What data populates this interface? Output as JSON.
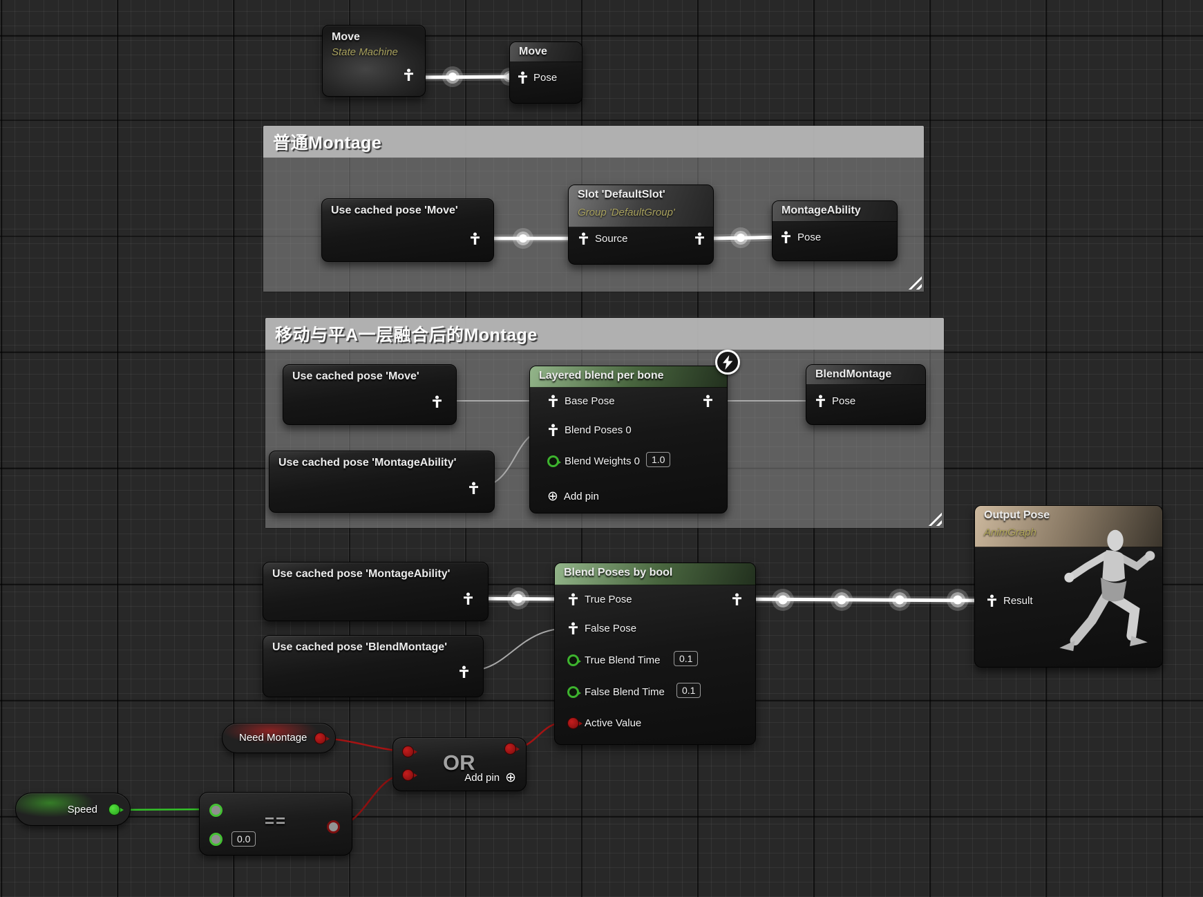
{
  "comments": [
    {
      "title": "普通Montage"
    },
    {
      "title": "移动与平A一层融合后的Montage"
    }
  ],
  "nodes": {
    "move_state_machine": {
      "title": "Move",
      "subtitle": "State Machine"
    },
    "save_cached_move": {
      "title": "Move",
      "pins": {
        "pose": "Pose"
      }
    },
    "use_cached_move_1": {
      "title": "Use cached pose 'Move'"
    },
    "slot_default": {
      "title": "Slot 'DefaultSlot'",
      "subtitle": "Group 'DefaultGroup'",
      "pins": {
        "source": "Source"
      }
    },
    "montage_ability": {
      "title": "MontageAbility",
      "pins": {
        "pose": "Pose"
      }
    },
    "use_cached_move_2": {
      "title": "Use cached pose 'Move'"
    },
    "layered_blend": {
      "title": "Layered blend per bone",
      "pins": {
        "base_pose": "Base Pose",
        "blend_poses_0": "Blend Poses 0",
        "blend_weights_0": "Blend Weights 0",
        "add_pin": "Add pin"
      },
      "values": {
        "blend_weights_0": "1.0"
      }
    },
    "use_cached_montageability_1": {
      "title": "Use cached pose 'MontageAbility'"
    },
    "blend_montage": {
      "title": "BlendMontage",
      "pins": {
        "pose": "Pose"
      }
    },
    "use_cached_montageability_2": {
      "title": "Use cached pose 'MontageAbility'"
    },
    "use_cached_blendmontage": {
      "title": "Use cached pose 'BlendMontage'"
    },
    "blend_poses_by_bool": {
      "title": "Blend Poses by bool",
      "pins": {
        "true_pose": "True Pose",
        "false_pose": "False Pose",
        "true_blend_time": "True Blend Time",
        "false_blend_time": "False Blend Time",
        "active_value": "Active Value"
      },
      "values": {
        "true_blend_time": "0.1",
        "false_blend_time": "0.1"
      }
    },
    "output_pose": {
      "title": "Output Pose",
      "subtitle": "AnimGraph",
      "pins": {
        "result": "Result"
      }
    },
    "need_montage": {
      "title": "Need Montage"
    },
    "or_node": {
      "title": "OR",
      "add_pin": "Add pin"
    },
    "speed": {
      "title": "Speed"
    },
    "equals": {
      "operator": "==",
      "values": {
        "b": "0.0"
      }
    }
  },
  "colors": {
    "exec_wire": "#ffffff",
    "float_pin": "#3db32e",
    "bool_pin": "#9c1414",
    "green_header": "#6d9b66",
    "output_header": "#c2ab8e",
    "comment_bar": "#b7b7b7"
  }
}
